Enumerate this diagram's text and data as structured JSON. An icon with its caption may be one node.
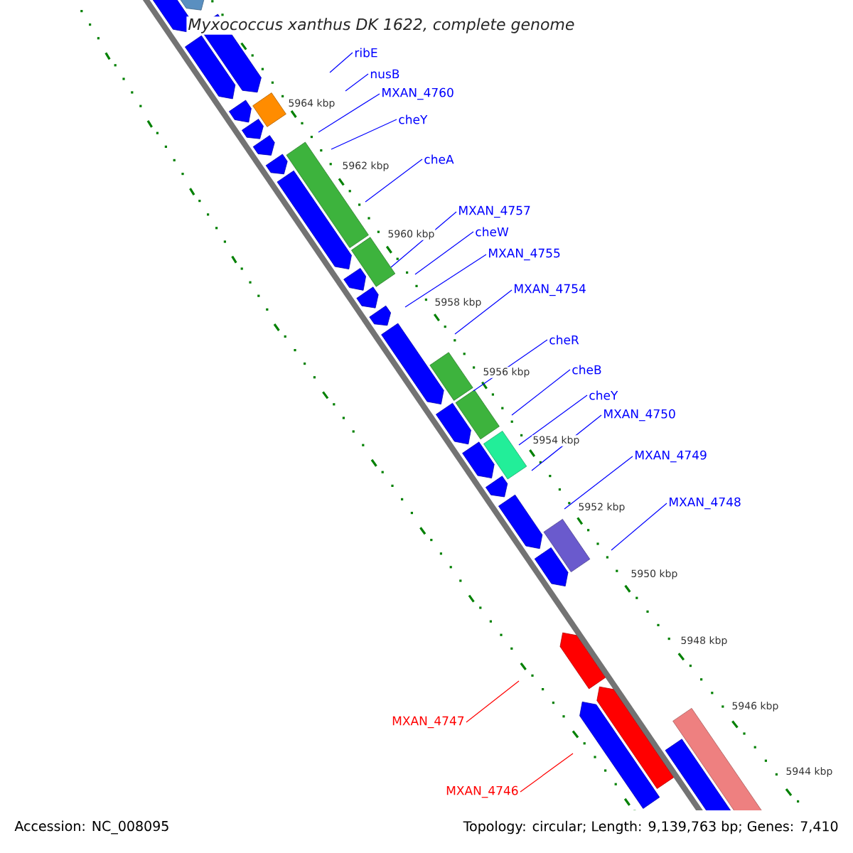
{
  "diagram": {
    "title": "Myxococcus xanthus DK 1622, complete genome",
    "nodes": [
      {
        "text": [
          "ribE"
        ]
      },
      {
        "text": [
          "nusB"
        ]
      },
      {
        "text": [
          "MXAN_4760"
        ]
      },
      {
        "text": [
          "cheY"
        ]
      },
      {
        "text": [
          "cheA"
        ]
      },
      {
        "text": [
          "MXAN_4757"
        ]
      },
      {
        "text": [
          "cheW"
        ]
      },
      {
        "text": [
          "MXAN_4755"
        ]
      },
      {
        "text": [
          "MXAN_4754"
        ]
      },
      {
        "text": [
          "cheR"
        ]
      },
      {
        "text": [
          "cheB"
        ]
      },
      {
        "text": [
          "cheY"
        ]
      },
      {
        "text": [
          "MXAN_4750"
        ]
      },
      {
        "text": [
          "MXAN_4749"
        ]
      },
      {
        "text": [
          "MXAN_4748"
        ]
      },
      {
        "text": [
          "MXAN_4747"
        ]
      },
      {
        "text": [
          "MXAN_4746"
        ]
      }
    ],
    "edges": [
      {
        "from": 0,
        "to": null,
        "arrow": "none"
      },
      {
        "from": 1,
        "to": null,
        "arrow": "none"
      },
      {
        "from": 2,
        "to": null,
        "arrow": "none"
      },
      {
        "from": 3,
        "to": null,
        "arrow": "none"
      },
      {
        "from": 4,
        "to": null,
        "arrow": "none"
      },
      {
        "from": 5,
        "to": null,
        "arrow": "none"
      },
      {
        "from": 6,
        "to": null,
        "arrow": "none"
      },
      {
        "from": 7,
        "to": null,
        "arrow": "none"
      },
      {
        "from": 8,
        "to": null,
        "arrow": "none"
      },
      {
        "from": 9,
        "to": null,
        "arrow": "none"
      },
      {
        "from": 10,
        "to": null,
        "arrow": "none"
      },
      {
        "from": 11,
        "to": null,
        "arrow": "none"
      },
      {
        "from": 12,
        "to": null,
        "arrow": "none"
      },
      {
        "from": 13,
        "to": null,
        "arrow": "none"
      },
      {
        "from": 14,
        "to": null,
        "arrow": "none"
      },
      {
        "from": 15,
        "to": null,
        "arrow": "none",
        "color": "#ff0000"
      },
      {
        "from": 16,
        "to": null,
        "arrow": "none",
        "color": "#ff0000"
      }
    ],
    "labels": [
      "5964 kbp",
      "5962 kbp",
      "5960 kbp",
      "5958 kbp",
      "5956 kbp",
      "5954 kbp",
      "5952 kbp",
      "5950 kbp",
      "5948 kbp",
      "5946 kbp",
      "5944 kbp",
      "Accession: NC_008095",
      "Topology: circular; Length: 9,139,763 bp; Genes: 7,410"
    ]
  }
}
